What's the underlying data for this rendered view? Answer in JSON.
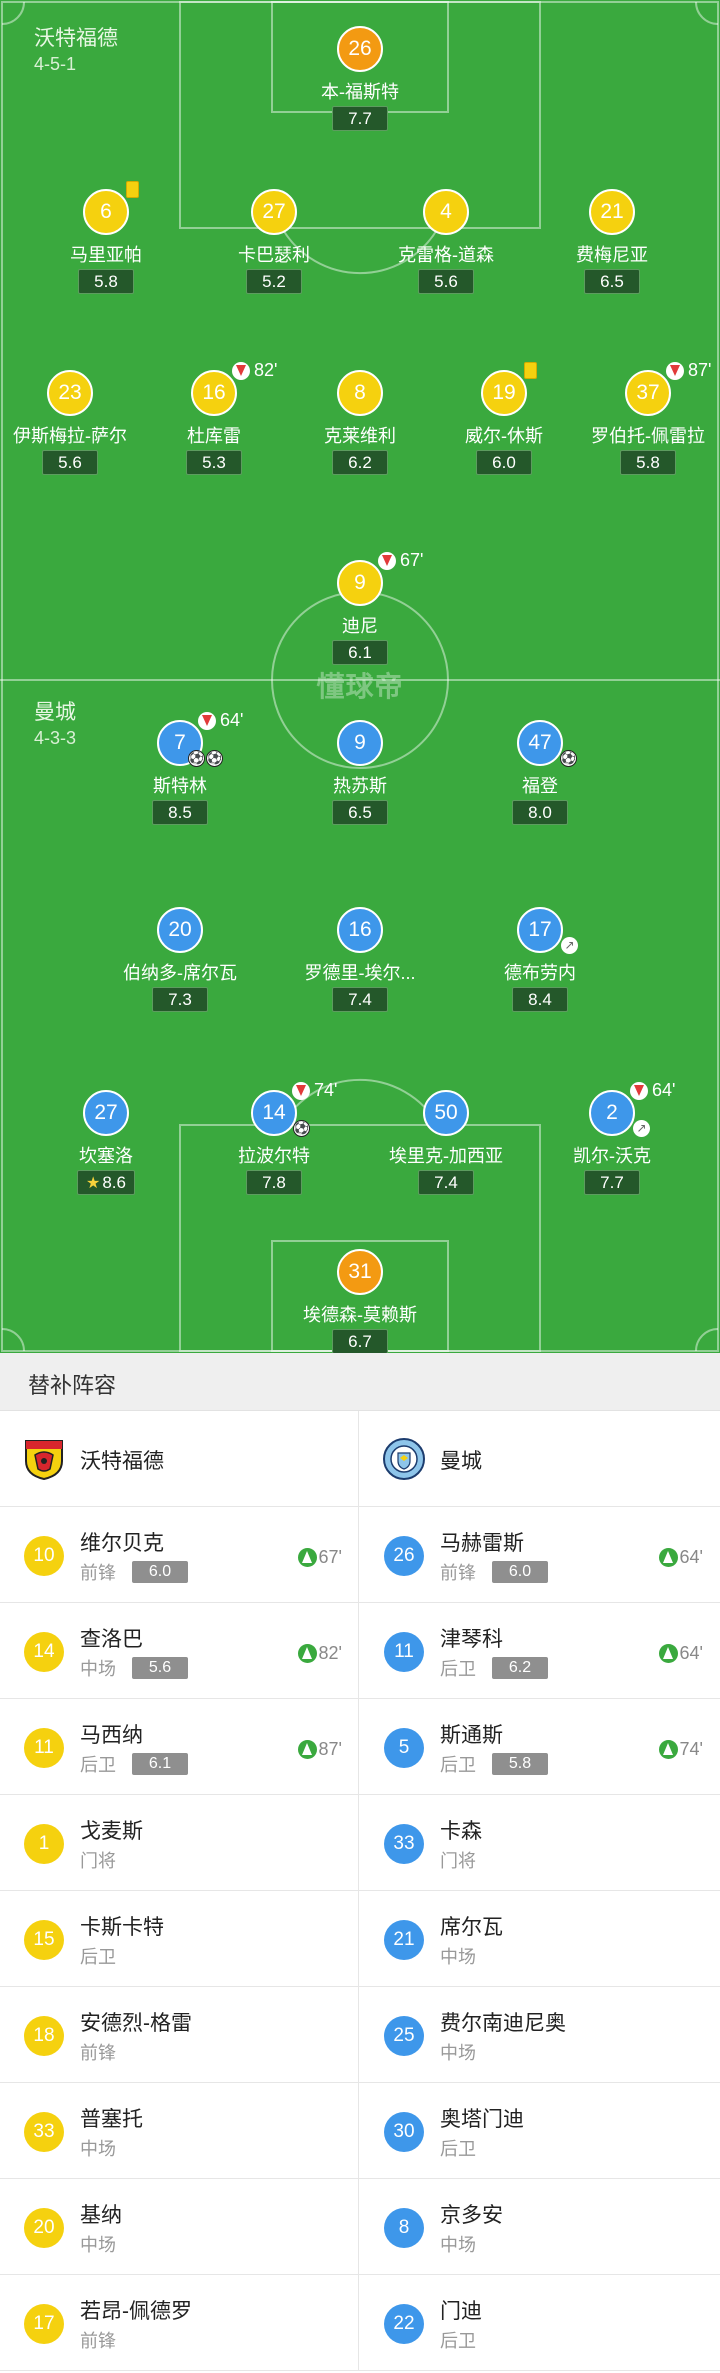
{
  "pitch": {
    "home_team": {
      "name": "沃特福德",
      "formation": "4-5-1"
    },
    "away_team": {
      "name": "曼城",
      "formation": "4-3-3"
    },
    "watermark": "懂球帝",
    "home_players": [
      {
        "id": "h-gk",
        "number": "26",
        "name": "本-福斯特",
        "rating": "7.7",
        "color": "o"
      },
      {
        "id": "h-d1",
        "number": "6",
        "name": "马里亚帕",
        "rating": "5.8",
        "color": "y",
        "yellow_card": true
      },
      {
        "id": "h-d2",
        "number": "27",
        "name": "卡巴瑟利",
        "rating": "5.2",
        "color": "y"
      },
      {
        "id": "h-d3",
        "number": "4",
        "name": "克雷格-道森",
        "rating": "5.6",
        "color": "y"
      },
      {
        "id": "h-d4",
        "number": "21",
        "name": "费梅尼亚",
        "rating": "6.5",
        "color": "y"
      },
      {
        "id": "h-m1",
        "number": "23",
        "name": "伊斯梅拉-萨尔",
        "rating": "5.6",
        "color": "y"
      },
      {
        "id": "h-m2",
        "number": "16",
        "name": "杜库雷",
        "rating": "5.3",
        "color": "y",
        "sub_out": "82'"
      },
      {
        "id": "h-m3",
        "number": "8",
        "name": "克莱维利",
        "rating": "6.2",
        "color": "y"
      },
      {
        "id": "h-m4",
        "number": "19",
        "name": "威尔-休斯",
        "rating": "6.0",
        "color": "y",
        "yellow_card": true
      },
      {
        "id": "h-m5",
        "number": "37",
        "name": "罗伯托-佩雷拉",
        "rating": "5.8",
        "color": "y",
        "sub_out": "87'"
      },
      {
        "id": "h-f1",
        "number": "9",
        "name": "迪尼",
        "rating": "6.1",
        "color": "y",
        "sub_out": "67'"
      }
    ],
    "away_players": [
      {
        "id": "a-f1",
        "number": "7",
        "name": "斯特林",
        "rating": "8.5",
        "color": "b",
        "sub_out": "64'",
        "goals": 2
      },
      {
        "id": "a-f2",
        "number": "9",
        "name": "热苏斯",
        "rating": "6.5",
        "color": "b"
      },
      {
        "id": "a-f3",
        "number": "47",
        "name": "福登",
        "rating": "8.0",
        "color": "b",
        "goals": 1
      },
      {
        "id": "a-m1",
        "number": "20",
        "name": "伯纳多-席尔瓦",
        "rating": "7.3",
        "color": "b"
      },
      {
        "id": "a-m2",
        "number": "16",
        "name": "罗德里-埃尔...",
        "rating": "7.4",
        "color": "b"
      },
      {
        "id": "a-m3",
        "number": "17",
        "name": "德布劳内",
        "rating": "8.4",
        "color": "b",
        "assist": true
      },
      {
        "id": "a-d1",
        "number": "27",
        "name": "坎塞洛",
        "rating": "8.6",
        "color": "b",
        "best": true
      },
      {
        "id": "a-d2",
        "number": "14",
        "name": "拉波尔特",
        "rating": "7.8",
        "color": "b",
        "sub_out": "74'",
        "goals": 1
      },
      {
        "id": "a-d3",
        "number": "50",
        "name": "埃里克-加西亚",
        "rating": "7.4",
        "color": "b"
      },
      {
        "id": "a-d4",
        "number": "2",
        "name": "凯尔-沃克",
        "rating": "7.7",
        "color": "b",
        "sub_out": "64'",
        "assist": true
      },
      {
        "id": "a-gk",
        "number": "31",
        "name": "埃德森-莫赖斯",
        "rating": "6.7",
        "color": "o"
      }
    ]
  },
  "subs": {
    "header": "替补阵容",
    "home_team": "沃特福德",
    "away_team": "曼城",
    "rows": [
      {
        "left": {
          "number": "10",
          "name": "维尔贝克",
          "position": "前锋",
          "rating": "6.0",
          "sub_in": "67'"
        },
        "right": {
          "number": "26",
          "name": "马赫雷斯",
          "position": "前锋",
          "rating": "6.0",
          "sub_in": "64'"
        }
      },
      {
        "left": {
          "number": "14",
          "name": "查洛巴",
          "position": "中场",
          "rating": "5.6",
          "sub_in": "82'"
        },
        "right": {
          "number": "11",
          "name": "津琴科",
          "position": "后卫",
          "rating": "6.2",
          "sub_in": "64'"
        }
      },
      {
        "left": {
          "number": "11",
          "name": "马西纳",
          "position": "后卫",
          "rating": "6.1",
          "sub_in": "87'"
        },
        "right": {
          "number": "5",
          "name": "斯通斯",
          "position": "后卫",
          "rating": "5.8",
          "sub_in": "74'"
        }
      },
      {
        "left": {
          "number": "1",
          "name": "戈麦斯",
          "position": "门将"
        },
        "right": {
          "number": "33",
          "name": "卡森",
          "position": "门将"
        }
      },
      {
        "left": {
          "number": "15",
          "name": "卡斯卡特",
          "position": "后卫"
        },
        "right": {
          "number": "21",
          "name": "席尔瓦",
          "position": "中场"
        }
      },
      {
        "left": {
          "number": "18",
          "name": "安德烈-格雷",
          "position": "前锋"
        },
        "right": {
          "number": "25",
          "name": "费尔南迪尼奥",
          "position": "中场"
        }
      },
      {
        "left": {
          "number": "33",
          "name": "普塞托",
          "position": "中场"
        },
        "right": {
          "number": "30",
          "name": "奥塔门迪",
          "position": "后卫"
        }
      },
      {
        "left": {
          "number": "20",
          "name": "基纳",
          "position": "中场"
        },
        "right": {
          "number": "8",
          "name": "京多安",
          "position": "中场"
        }
      },
      {
        "left": {
          "number": "17",
          "name": "若昂-佩德罗",
          "position": "前锋"
        },
        "right": {
          "number": "22",
          "name": "门迪",
          "position": "后卫"
        }
      }
    ]
  },
  "colors": {
    "pitch": "#3aa93e",
    "home": "#f5d10f",
    "keeper": "#f39a12",
    "away": "#3e97ea",
    "rating_bg": "#24582a"
  }
}
